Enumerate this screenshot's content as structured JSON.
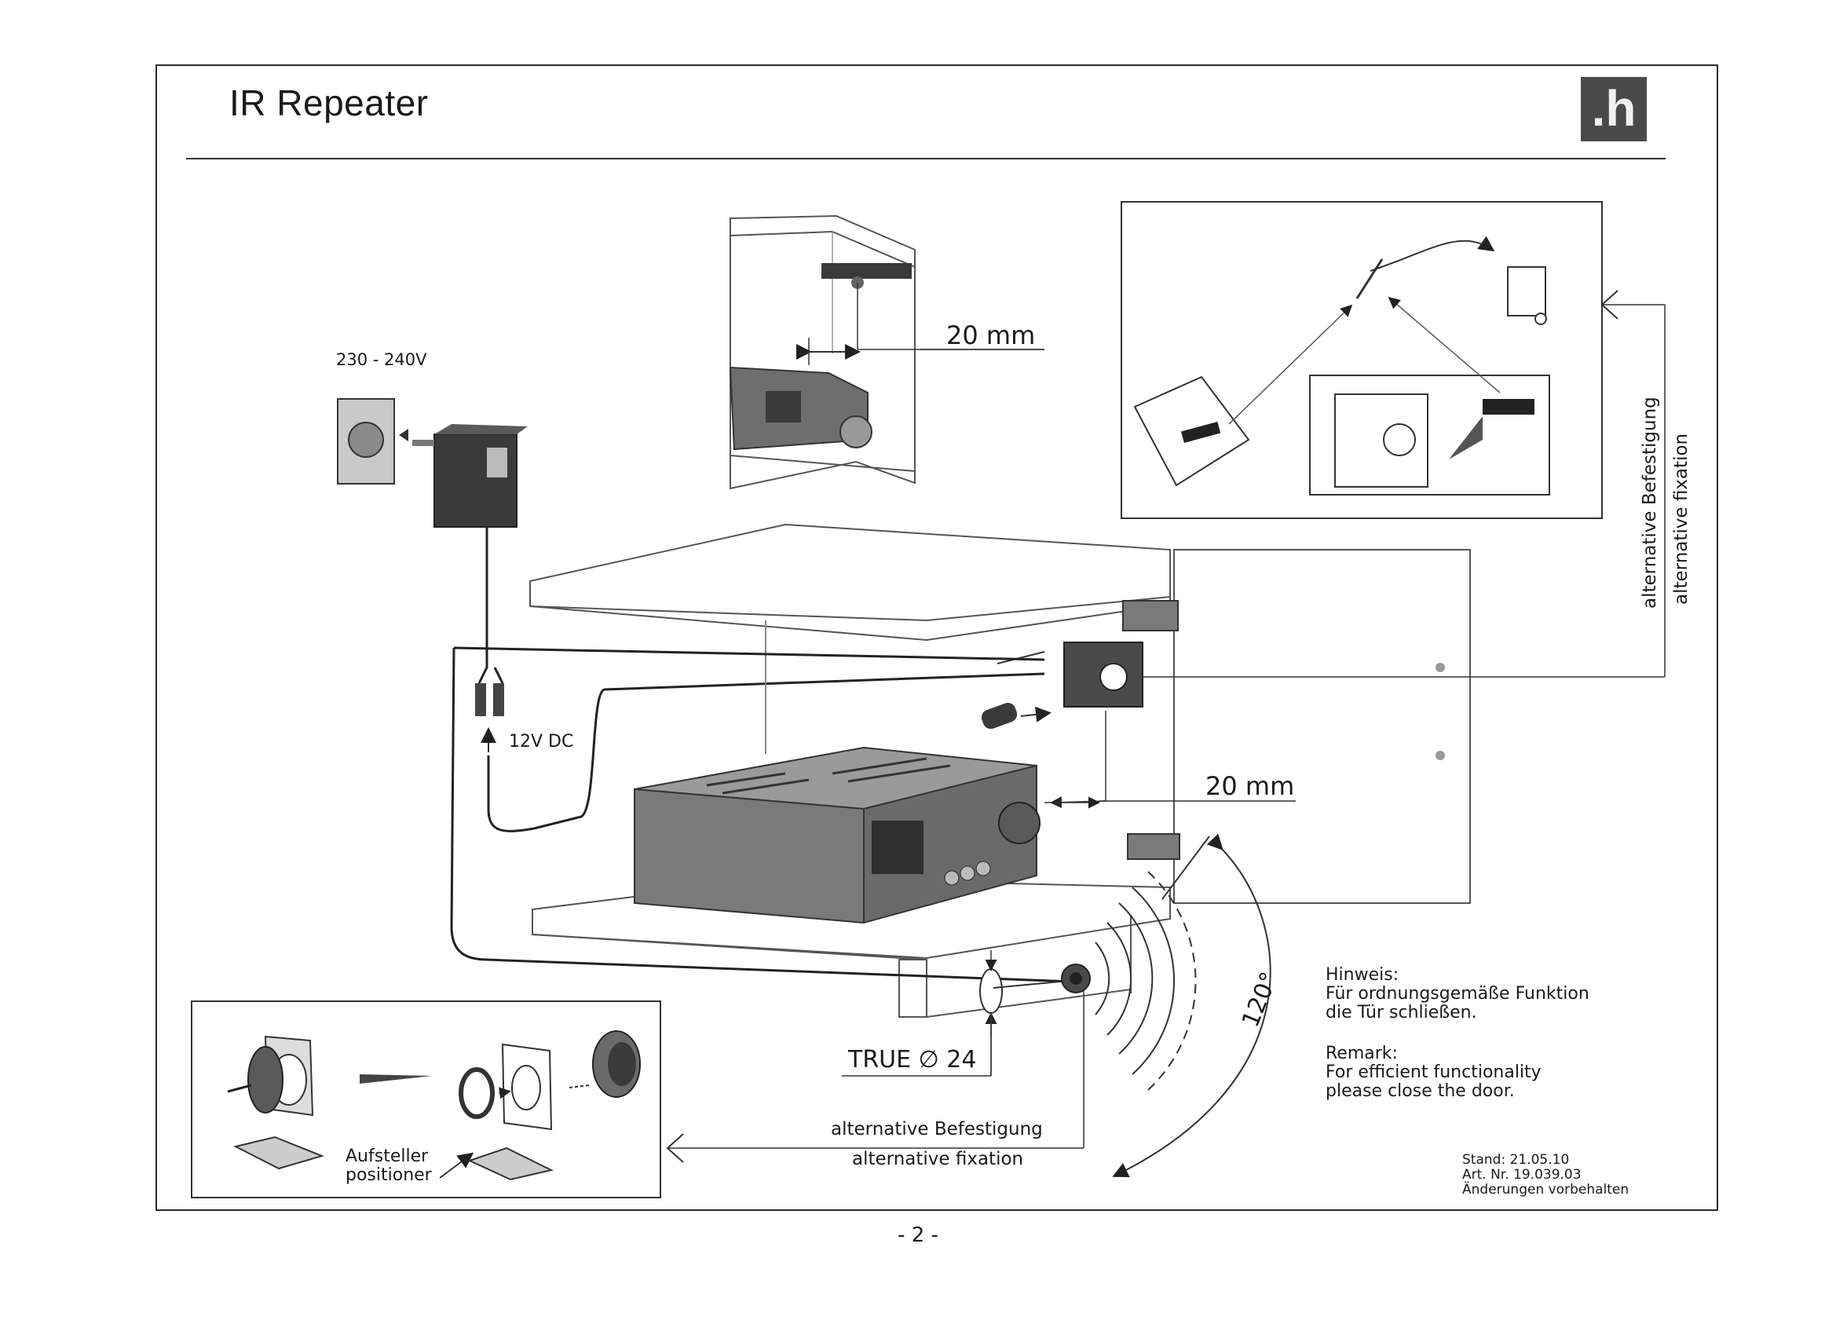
{
  "header": {
    "title": "IR Repeater",
    "logo": ".h"
  },
  "labels": {
    "mains_voltage": "230 - 240V",
    "dc_voltage": "12V DC",
    "distance_top": "20 mm",
    "distance_side": "20 mm",
    "hole_diameter": "TRUE ∅ 24",
    "angle": "120°",
    "alt_fixation_de": "alternative Befestigung",
    "alt_fixation_en": "alternative fixation",
    "alt_fixation_de_vertical": "alternative Befestigung",
    "alt_fixation_en_vertical": "alternative fixation",
    "positioner_de": "Aufsteller",
    "positioner_en": "positioner"
  },
  "notes": {
    "hinweis_title": "Hinweis:",
    "hinweis_line1": "Für ordnungsgemäße Funktion",
    "hinweis_line2": "die Tür schließen.",
    "remark_title": "Remark:",
    "remark_line1": "For efficient functionality",
    "remark_line2": "please close the door."
  },
  "stamp": {
    "date": "Stand: 21.05.10",
    "article": "Art. Nr. 19.039.03",
    "changes": "Änderungen vorbehalten"
  },
  "footer": {
    "page": "- 2 -"
  },
  "colors": {
    "ink": "#1a1a1a",
    "device_dark": "#3a3a3a",
    "device_mid": "#8a8a8a",
    "device_light": "#c4c4c4",
    "logo_bg": "#4a4a4a"
  }
}
